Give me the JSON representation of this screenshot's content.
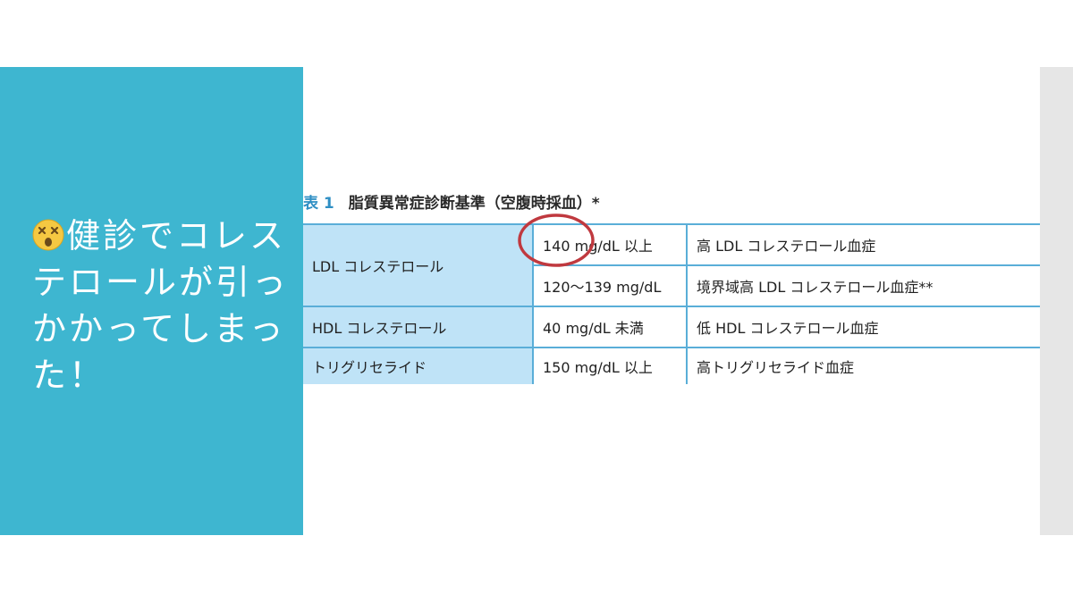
{
  "slide": {
    "headline": "健診でコレステロールが引っかかってしまった！",
    "headline_icon": "dizzy-face-emoji",
    "panel_color": "#3eb6d0"
  },
  "table": {
    "caption_number": "表 1",
    "caption_title": "脂質異常症診断基準（空腹時採血）*",
    "rows": [
      {
        "category": "LDL コレステロール",
        "value": "140 mg/dL 以上",
        "diagnosis": "高 LDL コレステロール血症"
      },
      {
        "value": "120～139 mg/dL",
        "diagnosis": "境界域高 LDL コレステロール血症**"
      },
      {
        "category": "HDL コレステロール",
        "value": "40 mg/dL 未満",
        "diagnosis": "低 HDL コレステロール血症"
      },
      {
        "category": "トリグリセライド",
        "value": "150 mg/dL 以上",
        "diagnosis": "高トリグリセライド血症"
      }
    ],
    "highlight_color": "#c0393f"
  }
}
